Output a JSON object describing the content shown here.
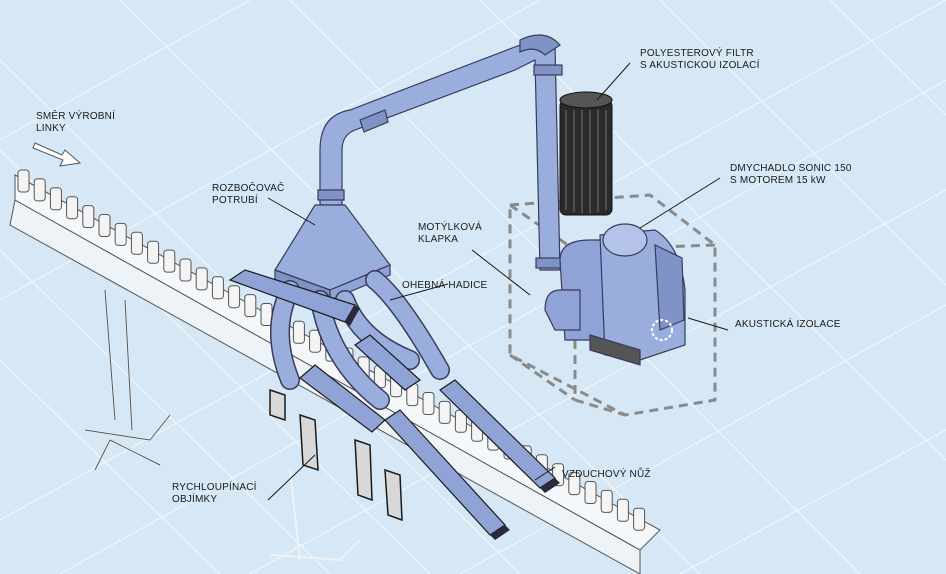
{
  "colors": {
    "background": "#d6e8f5",
    "pipe": "#9aaede",
    "pipe_dark": "#7f93c6",
    "filter": "#2a2a2a",
    "frame": "#8a8a8a",
    "line": "#1a1a1a"
  },
  "icons": {
    "flow_arrow": "flow-direction-arrow-icon"
  },
  "labels": {
    "line_direction": {
      "line1": "SMĚR VÝROBNÍ",
      "line2": "LINKY"
    },
    "manifold": {
      "line1": "ROZBOČOVAČ",
      "line2": "POTRUBÍ"
    },
    "butterfly_valve": {
      "line1": "MOTÝLKOVÁ",
      "line2": "KLAPKA"
    },
    "flexible_hose": {
      "line1": "OHEBNÁ HADICE"
    },
    "filter": {
      "line1": "POLYESTEROVÝ FILTR",
      "line2": "S AKUSTICKOU IZOLACÍ"
    },
    "blower": {
      "line1": "DMYCHADLO SONIC 150",
      "line2": "S MOTOREM 15 kW"
    },
    "acoustic_insulation": {
      "line1": "AKUSTICKÁ IZOLACE"
    },
    "air_knife": {
      "line1": "VZDUCHOVÝ NŮŽ"
    },
    "quick_clamps": {
      "line1": "RYCHLOUPÍNACÍ",
      "line2": "OBJÍMKY"
    }
  }
}
